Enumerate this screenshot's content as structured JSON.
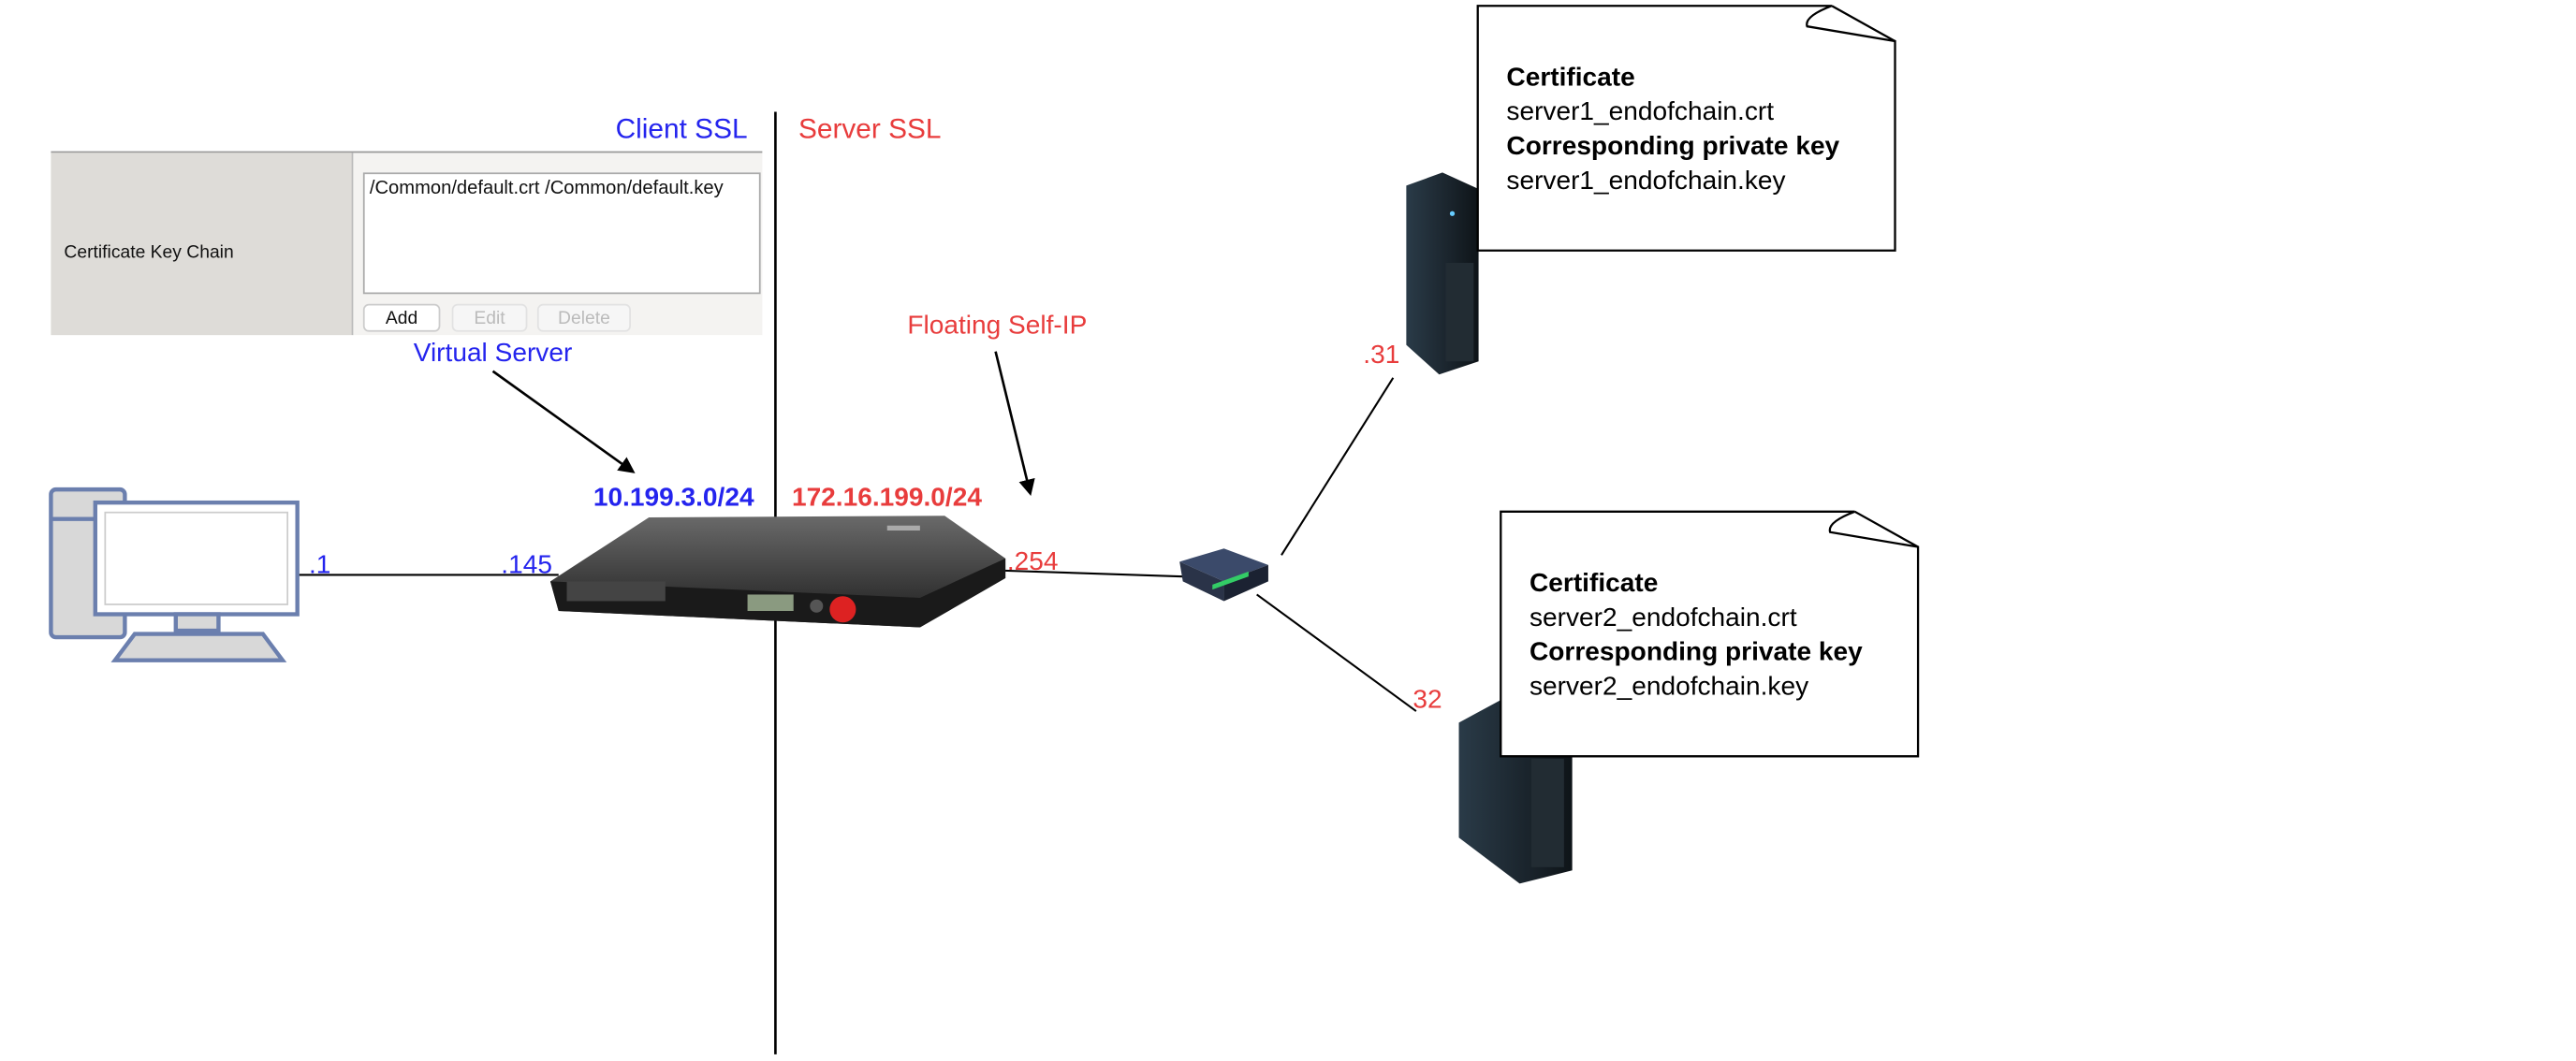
{
  "labels": {
    "client_ssl": "Client SSL",
    "server_ssl": "Server SSL",
    "virtual_server": "Virtual Server",
    "floating_self_ip": "Floating Self-IP",
    "client_subnet": "10.199.3.0/24",
    "server_subnet": "172.16.199.0/24",
    "client_ip": ".1",
    "vs_ip": ".145",
    "self_ip": ".254",
    "server1_ip": ".31",
    "server2_ip": "32"
  },
  "panel": {
    "field_label": "Certificate Key Chain",
    "list_value": "/Common/default.crt /Common/default.key",
    "buttons": {
      "add": "Add",
      "edit": "Edit",
      "delete": "Delete"
    }
  },
  "callouts": [
    {
      "cert_heading": "Certificate",
      "cert": "server1_endofchain.crt",
      "key_heading": "Corresponding private key",
      "key": "server1_endofchain.key"
    },
    {
      "cert_heading": "Certificate",
      "cert": "server2_endofchain.crt",
      "key_heading": "Corresponding private key",
      "key": "server2_endofchain.key"
    }
  ],
  "colors": {
    "client": "#2424ee",
    "server": "#e83c3c"
  }
}
